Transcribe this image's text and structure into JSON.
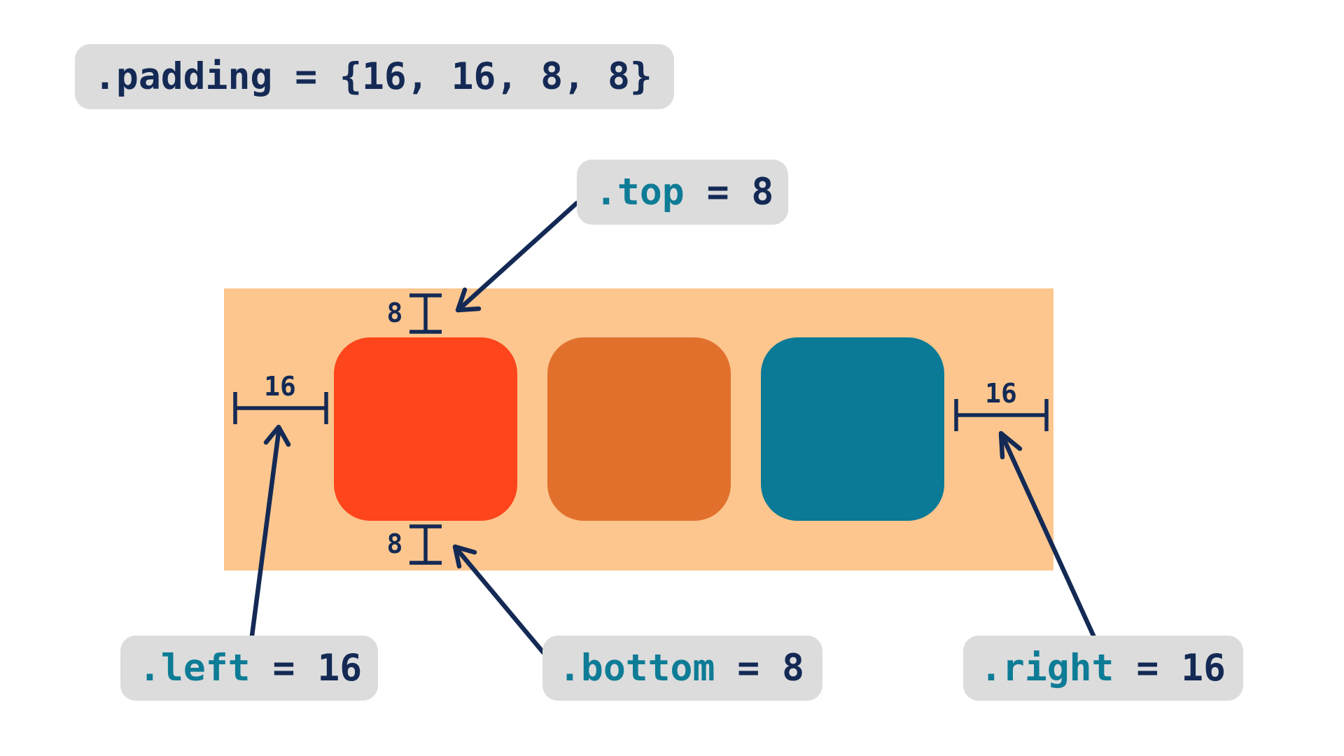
{
  "colors": {
    "navy": "#142a55",
    "teal": "#0e7c96",
    "pill_bg": "#dcdcdc",
    "container": "#fcc68e",
    "box_red": "#fe451b",
    "box_orange": "#e2702d",
    "box_teal": "#0a7a96"
  },
  "padding_expression": {
    "name": ".padding",
    "equals": "=",
    "value": "{16, 16, 8, 8}"
  },
  "labels": {
    "top": {
      "name": ".top",
      "equals": "=",
      "value": "8"
    },
    "left": {
      "name": ".left",
      "equals": "=",
      "value": "16"
    },
    "bottom": {
      "name": ".bottom",
      "equals": "=",
      "value": "8"
    },
    "right": {
      "name": ".right",
      "equals": "=",
      "value": "16"
    }
  },
  "dimensions": {
    "top": "8",
    "bottom": "8",
    "left": "16",
    "right": "16"
  }
}
